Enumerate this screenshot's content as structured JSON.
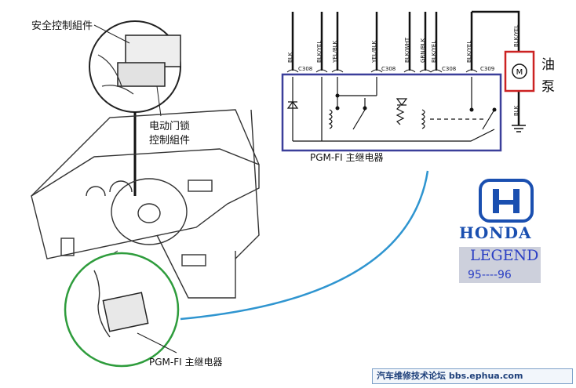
{
  "labels": {
    "safety_unit": "安全控制組件",
    "door_lock_unit_line1": "电动门锁",
    "door_lock_unit_line2": "控制組件",
    "relay_top": "PGM-FI 主继电器",
    "relay_bottom": "PGM-FI 主继电器",
    "fuel_pump_line1": "油",
    "fuel_pump_line2": "泵",
    "motor_symbol": "M"
  },
  "wires": {
    "w1": "BLK",
    "w2": "BLK/YEL",
    "w3": "YEL/BLK",
    "w4": "YEL/BLK",
    "w5": "BLK/WHT",
    "w6": "GRN/BLK",
    "w7": "BLK/YEL",
    "w8": "BLK/YEL",
    "w9": "BLK/YEL",
    "w10": "BLK"
  },
  "connectors": {
    "c1": "C308",
    "c2": "C308",
    "c3": "C308",
    "c4": "C309"
  },
  "brand": {
    "name": "HONDA",
    "model": "LEGEND",
    "years": "95----96"
  },
  "footer": {
    "forum": "汽车维修技术论坛 bbs.ephua.com"
  },
  "colors": {
    "relay_box": "#3b3f9a",
    "pump_box": "#cc2222",
    "callout_circle": "#2e9c3c",
    "curve": "#2f95d0",
    "honda_blue": "#1a4fb0"
  }
}
